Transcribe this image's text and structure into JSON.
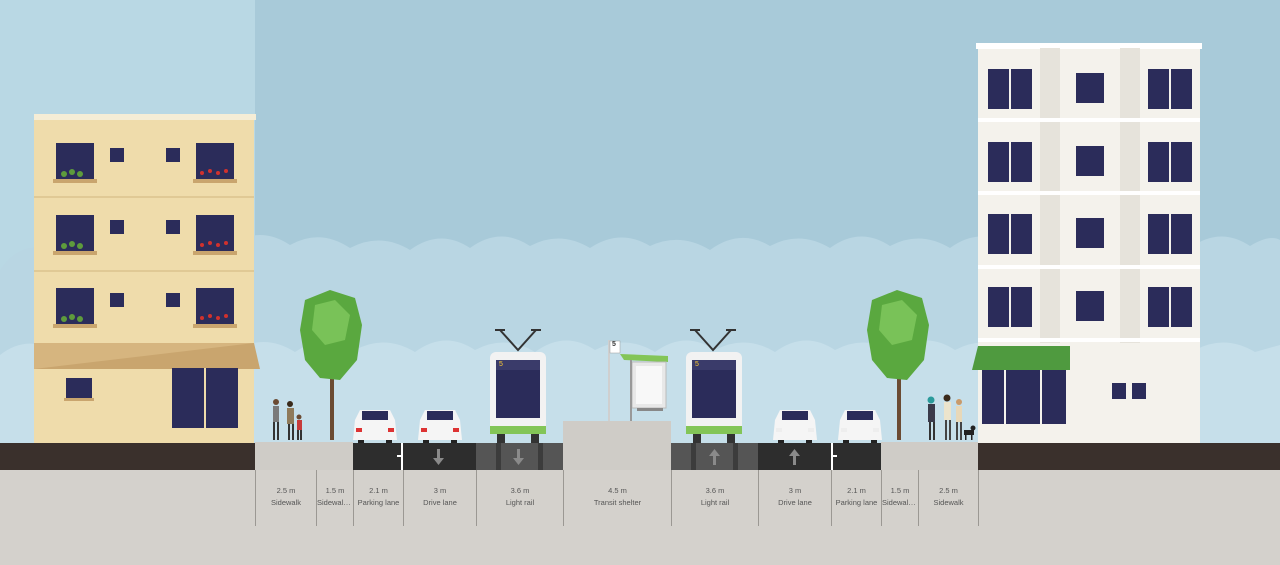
{
  "colors": {
    "sky": "#a8cad9",
    "sky_left": "#b9d8e4",
    "cloud": "#bcd8e5",
    "ground": "#d4d1cc",
    "asphalt": "#333333",
    "rail_bed": "#555555",
    "sidewalk": "#cfccc7",
    "building_left": "#efdcab",
    "building_right": "#f4f2ec",
    "awning_tan": "#d6b57f",
    "awning_green": "#4f9a3f",
    "window": "#2b2c5a",
    "tram_accent": "#83c557"
  },
  "segments": [
    {
      "id": "sidewalk-left",
      "width": "2.5 m",
      "name": "Sidewalk"
    },
    {
      "id": "sidewalk-left-2",
      "width": "1.5 m",
      "name": "Sidewalk..."
    },
    {
      "id": "parking-left",
      "width": "2.1 m",
      "name": "Parking lane"
    },
    {
      "id": "drive-left",
      "width": "3 m",
      "name": "Drive lane"
    },
    {
      "id": "rail-left",
      "width": "3.6 m",
      "name": "Light rail"
    },
    {
      "id": "transit-shelter",
      "width": "4.5 m",
      "name": "Transit shelter"
    },
    {
      "id": "rail-right",
      "width": "3.6 m",
      "name": "Light rail"
    },
    {
      "id": "drive-right",
      "width": "3 m",
      "name": "Drive lane"
    },
    {
      "id": "parking-right",
      "width": "2.1 m",
      "name": "Parking lane"
    },
    {
      "id": "sidewalk-right-2",
      "width": "1.5 m",
      "name": "Sidewalk..."
    },
    {
      "id": "sidewalk-right",
      "width": "2.5 m",
      "name": "Sidewalk"
    }
  ],
  "tram_route": "5",
  "stop_sign": "5",
  "icons": {
    "lane_arrow_down": "arrow-down-icon",
    "lane_arrow_up": "arrow-up-icon"
  }
}
